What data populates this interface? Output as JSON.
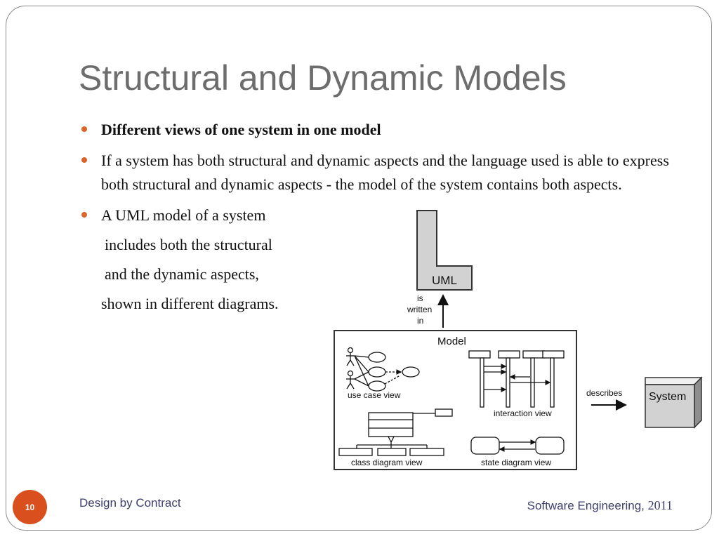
{
  "slide": {
    "title": "Structural and Dynamic Models",
    "bullets": [
      "Different views of one system in one model",
      "If a system has both structural and dynamic aspects and the language used is able to express both structural and dynamic aspects -  the model of the system contains both aspects.",
      "A UML model of a system"
    ],
    "bullet3_continuation": [
      "includes both the structural",
      "and the dynamic aspects,",
      "shown in different diagrams."
    ],
    "page_number": "10",
    "footer_left": "Design by Contract",
    "footer_right": "Software Engineering,",
    "footer_year": "2011",
    "accent_color": "#d94f1e"
  },
  "diagram": {
    "uml_label": "UML",
    "is_written_in": [
      "is",
      "written",
      "in"
    ],
    "model_label": "Model",
    "use_case_view": "use case view",
    "interaction_view": "interaction view",
    "class_diagram_view": "class diagram view",
    "state_diagram_view": "state diagram view",
    "describes_label": "describes",
    "system_label": "System"
  }
}
